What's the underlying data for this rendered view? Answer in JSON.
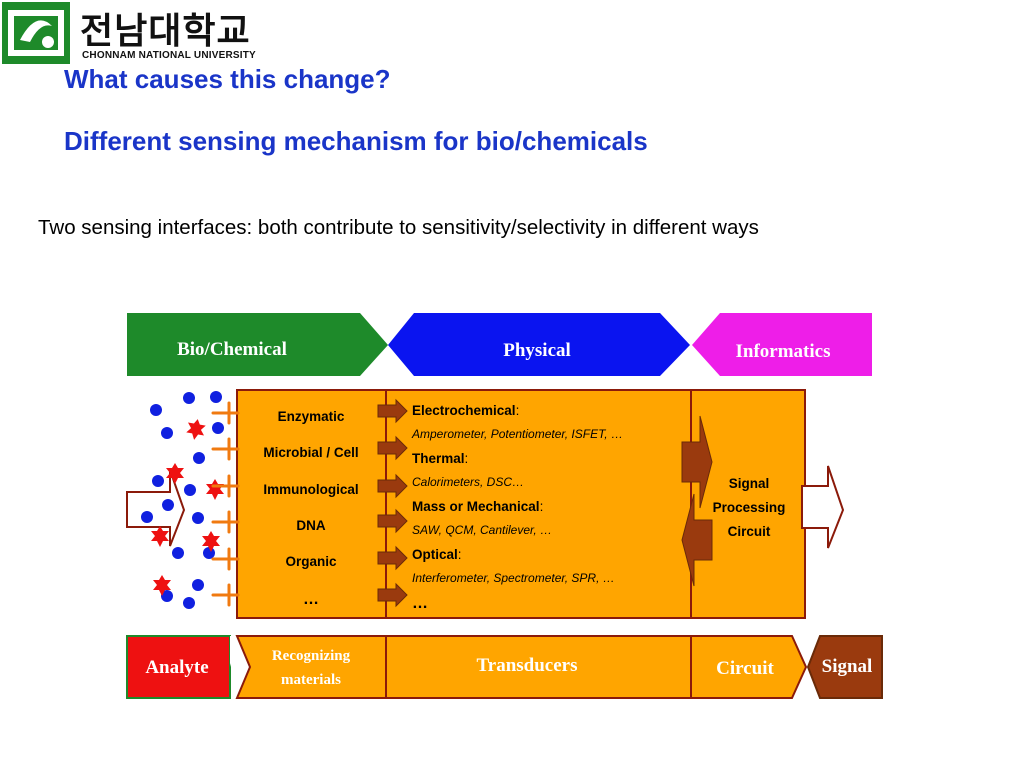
{
  "logo": {
    "korean": "전남대학교",
    "english": "CHONNAM NATIONAL UNIVERSITY"
  },
  "title": "What causes this change?",
  "heading": "Different sensing mechanism for bio/chemicals",
  "subtitle": "Two sensing interfaces: both contribute to sensitivity/selectivity in different ways",
  "diagram": {
    "top_labels": {
      "bio": "Bio/Chemical",
      "physical": "Physical",
      "informatics": "Informatics"
    },
    "recognizing": [
      "Enzymatic",
      "Microbial / Cell",
      "Immunological",
      "DNA",
      "Organic",
      "…"
    ],
    "transducers": [
      {
        "name": "Electrochemical",
        "colon": ":",
        "examples": "Amperometer, Potentiometer, ISFET, …"
      },
      {
        "name": "Thermal",
        "colon": ":",
        "examples": "Calorimeters, DSC…"
      },
      {
        "name": "Mass or Mechanical",
        "colon": ":",
        "examples": "SAW, QCM, Cantilever, …"
      },
      {
        "name": "Optical",
        "colon": ":",
        "examples": "Interferometer, Spectrometer, SPR, …"
      }
    ],
    "transducers_more": "…",
    "circuit_lines": [
      "Signal",
      "Processing",
      "Circuit"
    ],
    "bottom": {
      "analyte": "Analyte",
      "recognizing_1": "Recognizing",
      "recognizing_2": "materials",
      "transducers": "Transducers",
      "circuit": "Circuit",
      "signal": "Signal"
    },
    "colors": {
      "green": "#1e8a2a",
      "blue": "#0a14f0",
      "magenta": "#ee1ee8",
      "orange": "#ffa500",
      "dark_red": "#8b1a0a",
      "brown": "#9a3a0e",
      "red": "#ee1111",
      "dot_blue": "#1020e0",
      "title_blue": "#1a35c8"
    }
  }
}
